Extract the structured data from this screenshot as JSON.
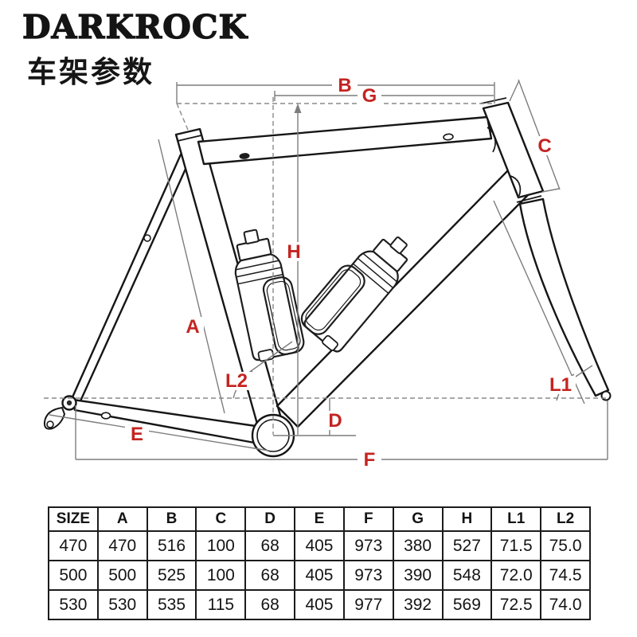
{
  "brand": {
    "logo_text": "DARKROCK",
    "subtitle": "车架参数"
  },
  "diagram": {
    "type": "bike-frame-geometry",
    "label_color": "#c42421",
    "labels": {
      "A": "A",
      "B": "B",
      "C": "C",
      "D": "D",
      "E": "E",
      "F": "F",
      "G": "G",
      "H": "H",
      "L1": "L1",
      "L2": "L2"
    }
  },
  "table": {
    "headers": [
      "SIZE",
      "A",
      "B",
      "C",
      "D",
      "E",
      "F",
      "G",
      "H",
      "L1",
      "L2"
    ],
    "rows": [
      [
        "470",
        "470",
        "516",
        "100",
        "68",
        "405",
        "973",
        "380",
        "527",
        "71.5",
        "75.0"
      ],
      [
        "500",
        "500",
        "525",
        "100",
        "68",
        "405",
        "973",
        "390",
        "548",
        "72.0",
        "74.5"
      ],
      [
        "530",
        "530",
        "535",
        "115",
        "68",
        "405",
        "977",
        "392",
        "569",
        "72.5",
        "74.0"
      ]
    ]
  }
}
